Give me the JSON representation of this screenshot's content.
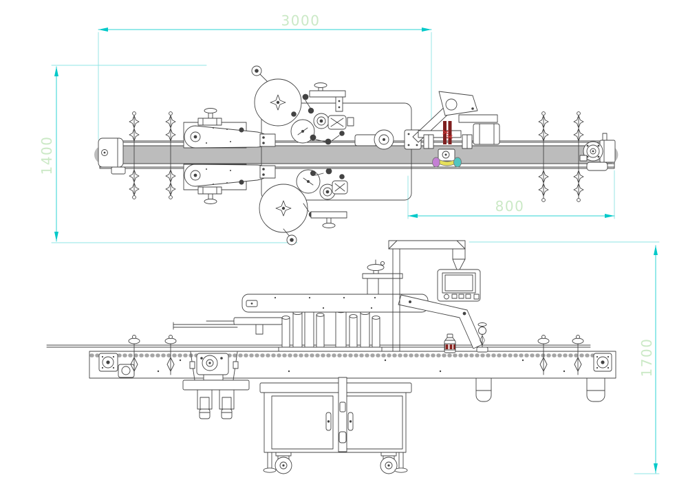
{
  "drawing_type": "machine-general-arrangement",
  "dimensions": {
    "overall_length": {
      "value": "3000"
    },
    "overall_width": {
      "value": "1400"
    },
    "outfeed_length": {
      "value": "800"
    },
    "overall_height": {
      "value": "1700"
    }
  },
  "colors": {
    "dimension_line": "#2bd3d3",
    "dimension_arrow": "#00c9c9",
    "dimension_text": "#cbe9c6",
    "drawing_line": "#434343",
    "sensor_red": "#7f2020",
    "bottle_label_red": "#8a2420",
    "bottle_cap_accents": [
      "#c47fd4",
      "#e6e05a",
      "#52c6c0"
    ]
  }
}
